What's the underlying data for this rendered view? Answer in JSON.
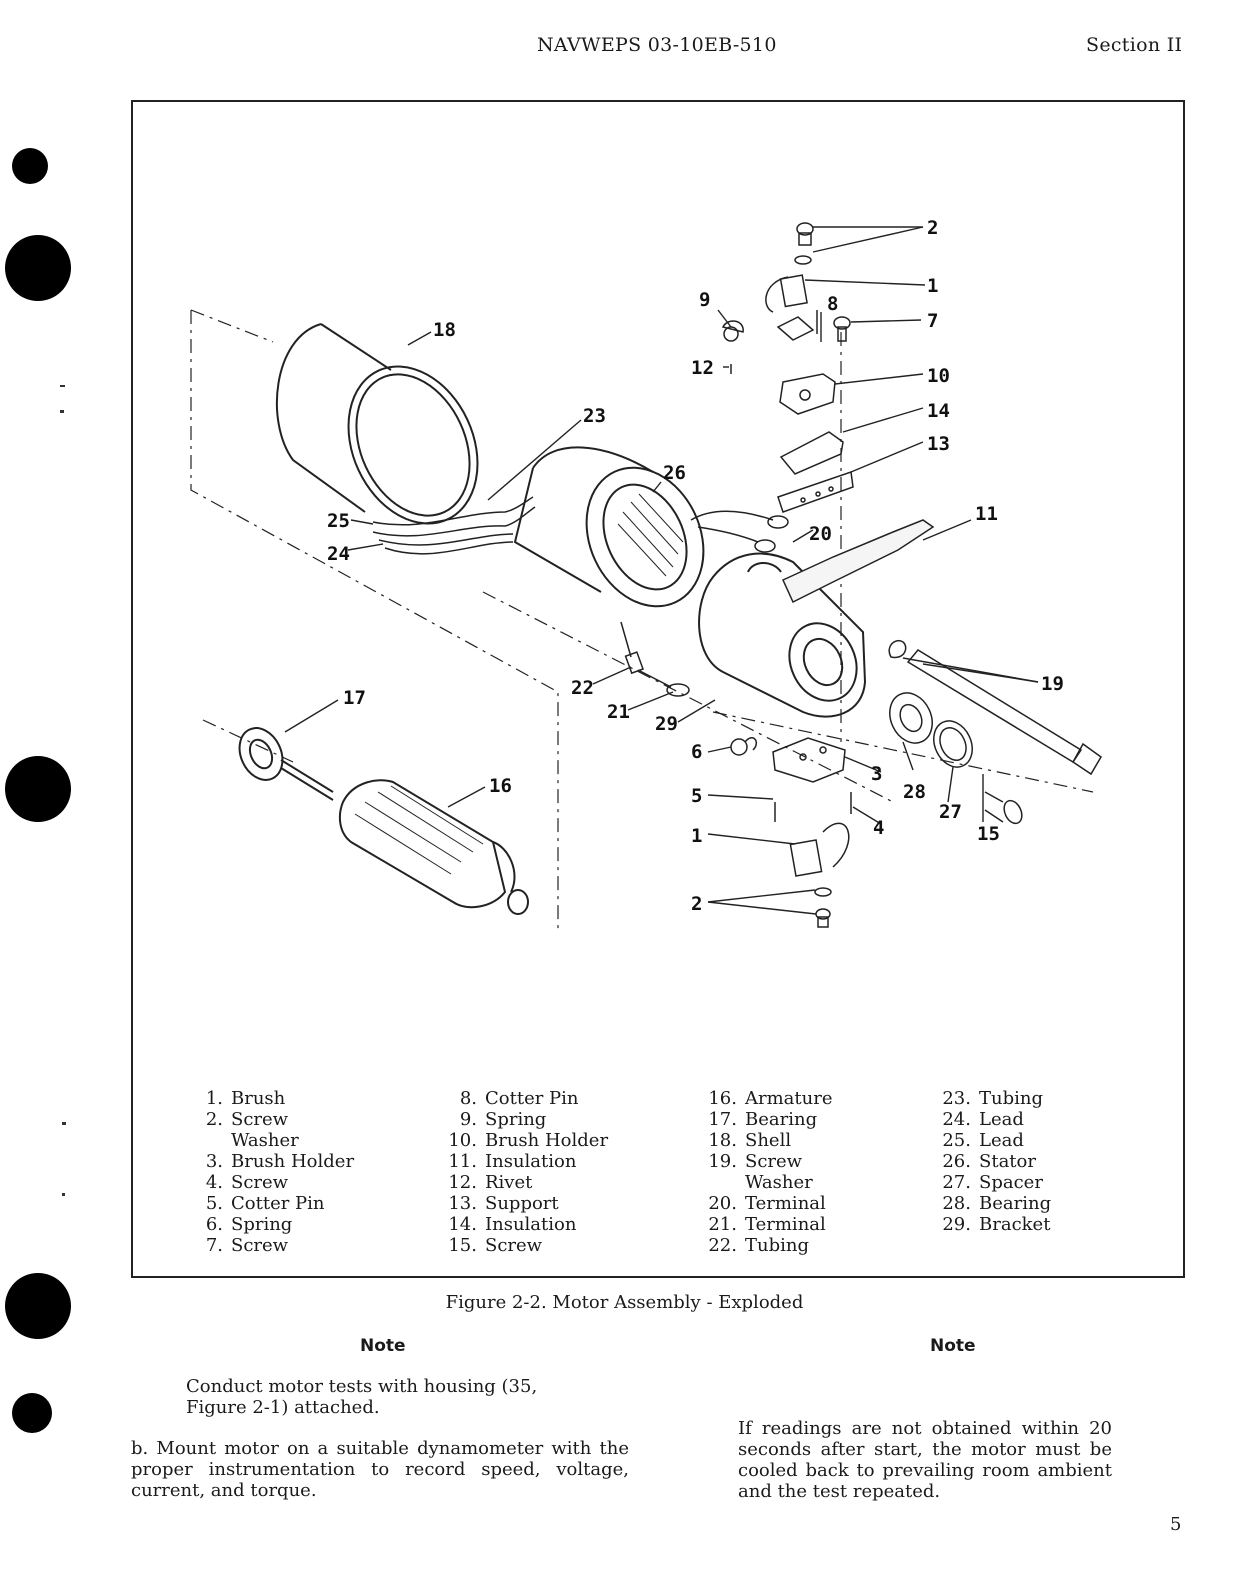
{
  "header": {
    "doc_number": "NAVWEPS 03-10EB-510",
    "section": "Section II"
  },
  "figure": {
    "caption": "Figure 2-2. Motor Assembly - Exploded",
    "callouts": [
      "1",
      "2",
      "3",
      "4",
      "5",
      "6",
      "7",
      "8",
      "9",
      "10",
      "11",
      "12",
      "13",
      "14",
      "15",
      "16",
      "17",
      "18",
      "19",
      "20",
      "21",
      "22",
      "23",
      "24",
      "25",
      "26",
      "27",
      "28",
      "29"
    ],
    "parts_columns": [
      [
        {
          "num": "1.",
          "name": "Brush"
        },
        {
          "num": "2.",
          "name": "Screw"
        },
        {
          "num": "",
          "name": "Washer"
        },
        {
          "num": "3.",
          "name": "Brush Holder"
        },
        {
          "num": "4.",
          "name": "Screw"
        },
        {
          "num": "5.",
          "name": "Cotter Pin"
        },
        {
          "num": "6.",
          "name": "Spring"
        },
        {
          "num": "7.",
          "name": "Screw"
        }
      ],
      [
        {
          "num": "8.",
          "name": "Cotter Pin"
        },
        {
          "num": "9.",
          "name": "Spring"
        },
        {
          "num": "10.",
          "name": "Brush Holder"
        },
        {
          "num": "11.",
          "name": "Insulation"
        },
        {
          "num": "12.",
          "name": "Rivet"
        },
        {
          "num": "13.",
          "name": "Support"
        },
        {
          "num": "14.",
          "name": "Insulation"
        },
        {
          "num": "15.",
          "name": "Screw"
        }
      ],
      [
        {
          "num": "16.",
          "name": "Armature"
        },
        {
          "num": "17.",
          "name": "Bearing"
        },
        {
          "num": "18.",
          "name": "Shell"
        },
        {
          "num": "19.",
          "name": "Screw"
        },
        {
          "num": "",
          "name": "Washer"
        },
        {
          "num": "20.",
          "name": "Terminal"
        },
        {
          "num": "21.",
          "name": "Terminal"
        },
        {
          "num": "22.",
          "name": "Tubing"
        }
      ],
      [
        {
          "num": "23.",
          "name": "Tubing"
        },
        {
          "num": "24.",
          "name": "Lead"
        },
        {
          "num": "25.",
          "name": "Lead"
        },
        {
          "num": "26.",
          "name": "Stator"
        },
        {
          "num": "27.",
          "name": "Spacer"
        },
        {
          "num": "28.",
          "name": "Bearing"
        },
        {
          "num": "29.",
          "name": "Bracket"
        }
      ]
    ]
  },
  "notes": {
    "left_heading": "Note",
    "left_text_line1": "Conduct motor tests with housing (35,",
    "left_text_line2": "Figure 2-1) attached.",
    "right_heading": "Note",
    "right_text": "If readings are not obtained within 20 seconds after start, the motor must be cooled back to prevailing room ambient and the test repeated."
  },
  "step_b": "b. Mount motor on a suitable dynamometer with the proper instrumentation to record speed, voltage, current, and torque.",
  "page_number": "5"
}
